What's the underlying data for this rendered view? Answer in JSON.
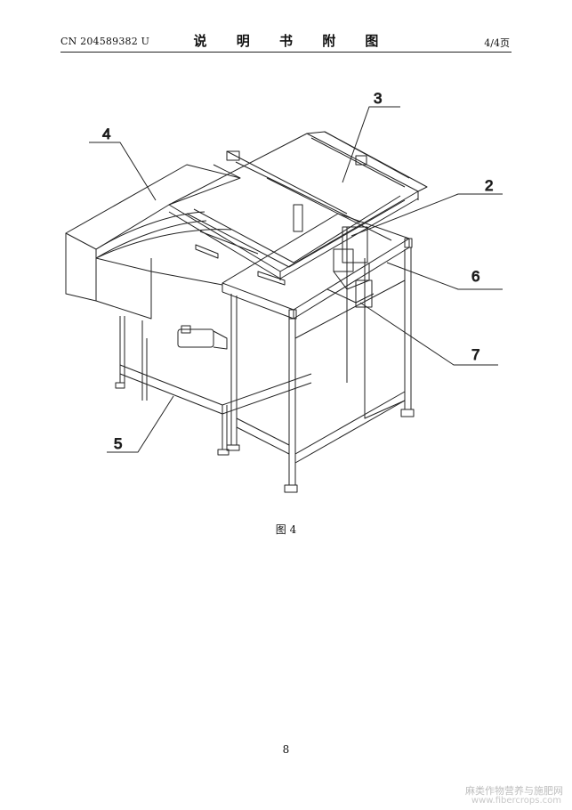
{
  "header": {
    "pub_number": "CN 204589382 U",
    "title": "说 明 书 附 图",
    "page_ref": "4/4页"
  },
  "figure": {
    "caption": "图 4",
    "labels": [
      "3",
      "4",
      "2",
      "6",
      "7",
      "5"
    ]
  },
  "footer": {
    "page_number": "8"
  },
  "watermark": {
    "cn": "麻类作物营养与施肥网",
    "en": "www.fibercrops.com"
  }
}
